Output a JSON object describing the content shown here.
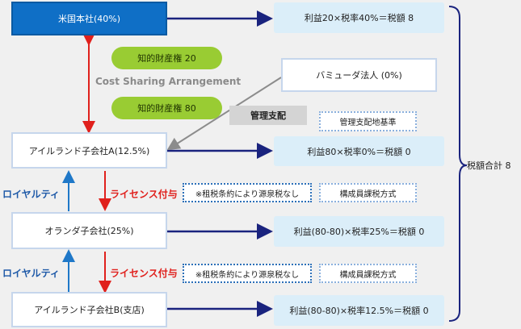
{
  "entities": {
    "us_parent": "米国本社(40%)",
    "bermuda": "バミューダ法人 (0%)",
    "ireland_a": "アイルランド子会社A(12.5%)",
    "netherlands": "オランダ子会社(25%)",
    "ireland_b": "アイルランド子会社B(支店)"
  },
  "tax_results": {
    "us": "利益20×税率40%＝税額 8",
    "ireland_a": "利益80×税率0%＝税額 0",
    "netherlands": "利益(80-80)×税率25%＝税額 0",
    "ireland_b": "利益(80-80)×税率12.5%＝税額 0"
  },
  "ip": {
    "top": "知的財産権 20",
    "bottom": "知的財産権 80"
  },
  "cost_sharing": "Cost Sharing Arrangement",
  "management_control": "管理支配",
  "management_control_basis": "管理支配地基準",
  "royalty": "ロイヤルティ",
  "license": "ライセンス付与",
  "no_withholding": "※租税条約により源泉税なし",
  "member_taxation": "構成員課税方式",
  "total_tax": "税額合計 8",
  "colors": {
    "parent": "#0f6fc6",
    "arrow_navy": "#1a237e",
    "arrow_red": "#e0201c",
    "arrow_blue": "#1f78c8",
    "red_text": "#e0201c",
    "blue_text": "#1f5aa8"
  }
}
